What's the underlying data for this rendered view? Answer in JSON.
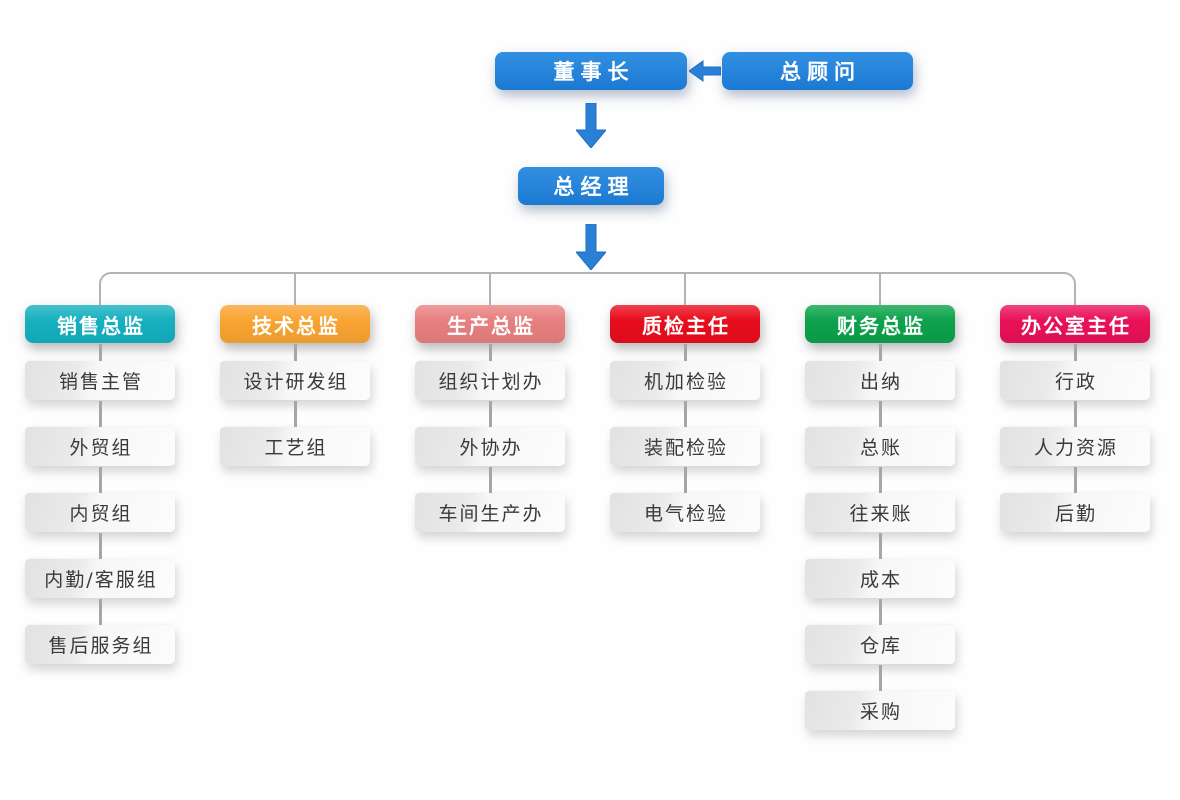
{
  "top": {
    "chairman": "董事长",
    "advisor": "总顾问",
    "general_manager": "总经理"
  },
  "columns": [
    {
      "title": "销售总监",
      "color": "#16b0c0",
      "children": [
        "销售主管",
        "外贸组",
        "内贸组",
        "内勤/客服组",
        "售后服务组"
      ]
    },
    {
      "title": "技术总监",
      "color": "#f9a432",
      "children": [
        "设计研发组",
        "工艺组"
      ]
    },
    {
      "title": "生产总监",
      "color": "#e88080",
      "children": [
        "组织计划办",
        "外协办",
        "车间生产办"
      ]
    },
    {
      "title": "质检主任",
      "color": "#e90d1d",
      "children": [
        "机加检验",
        "装配检验",
        "电气检验"
      ]
    },
    {
      "title": "财务总监",
      "color": "#0ca24b",
      "children": [
        "出纳",
        "总账",
        "往来账",
        "成本",
        "仓库",
        "采购"
      ]
    },
    {
      "title": "办公室主任",
      "color": "#e91158",
      "children": [
        "行政",
        "人力资源",
        "后勤"
      ]
    }
  ],
  "colors": {
    "node_blue": "#2381d9",
    "arrow_blue": "#2a80d6",
    "connector_gray": "#b3b3b3"
  }
}
